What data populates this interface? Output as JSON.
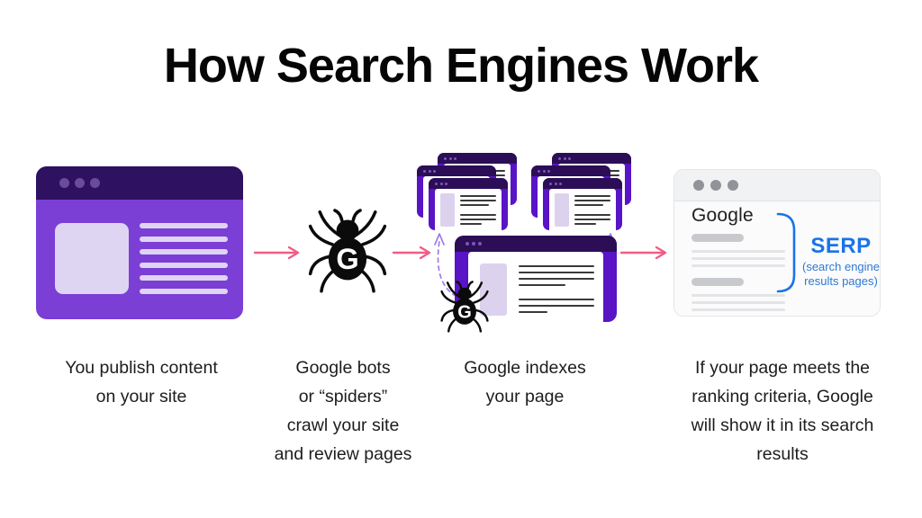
{
  "title": "How Search Engines Work",
  "colors": {
    "window_purple": "#7b3fd6",
    "window_titlebar_purple": "#2e1160",
    "frame_purple": "#5914c6",
    "lavender": "#ded5f2",
    "arrow_pink": "#ef5d85",
    "dashed_arrow_purple": "#9e7cec",
    "serp_blue": "#1a73e8",
    "caption_text": "#1d1d1f"
  },
  "steps": [
    {
      "caption": "You publish content\non your site"
    },
    {
      "caption": "Google bots\nor “spiders”\ncrawl your site\nand review pages"
    },
    {
      "caption": "Google indexes\nyour page"
    },
    {
      "caption": "If your page meets the\nranking criteria, Google\nwill show it in its search\nresults"
    }
  ],
  "spider": {
    "letter": "G"
  },
  "serp_window": {
    "logo": "Google",
    "label": "SERP",
    "sublabel": "(search engine\nresults pages)"
  },
  "icons": {
    "spider": "google-bot-spider-icon",
    "window_dots": "window-control-dots",
    "flow_arrow": "flow-arrow-icon",
    "dashed_arrow": "dashed-index-arrow-icon",
    "bracket": "serp-bracket-icon"
  }
}
